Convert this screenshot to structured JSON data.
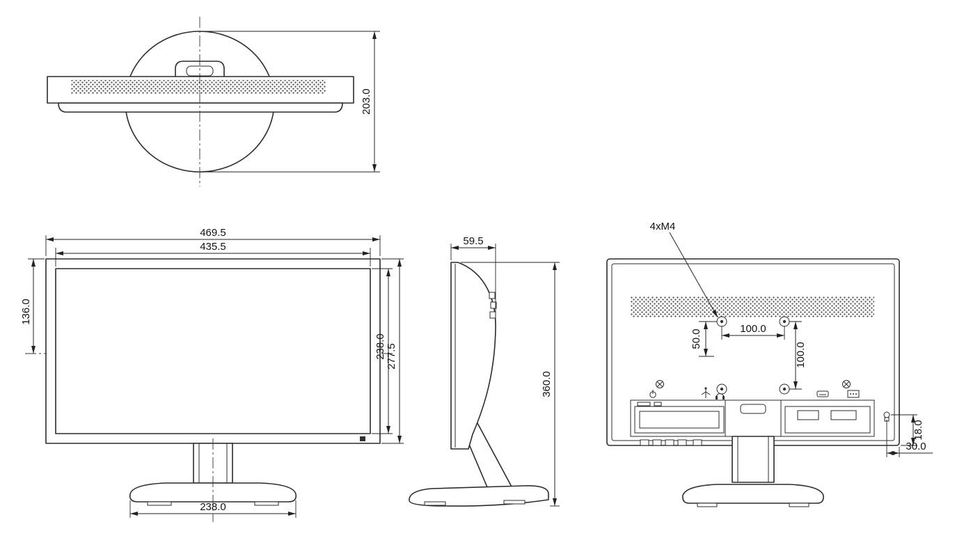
{
  "views": {
    "top": {
      "height": "203.0"
    },
    "front": {
      "overall_width": "469.5",
      "screen_width": "435.5",
      "upper_height": "136.0",
      "screen_height": "238.0",
      "overall_height": "277.5",
      "base_width": "238.0"
    },
    "side": {
      "depth": "59.5",
      "total_height": "360.0"
    },
    "rear": {
      "vesa_note": "4xM4",
      "vesa_spacing_horizontal": "100.0",
      "vesa_offset": "50.0",
      "vesa_spacing_vertical": "100.0",
      "lock_offset_bottom": "18.0",
      "lock_offset_right": "30.0"
    }
  }
}
